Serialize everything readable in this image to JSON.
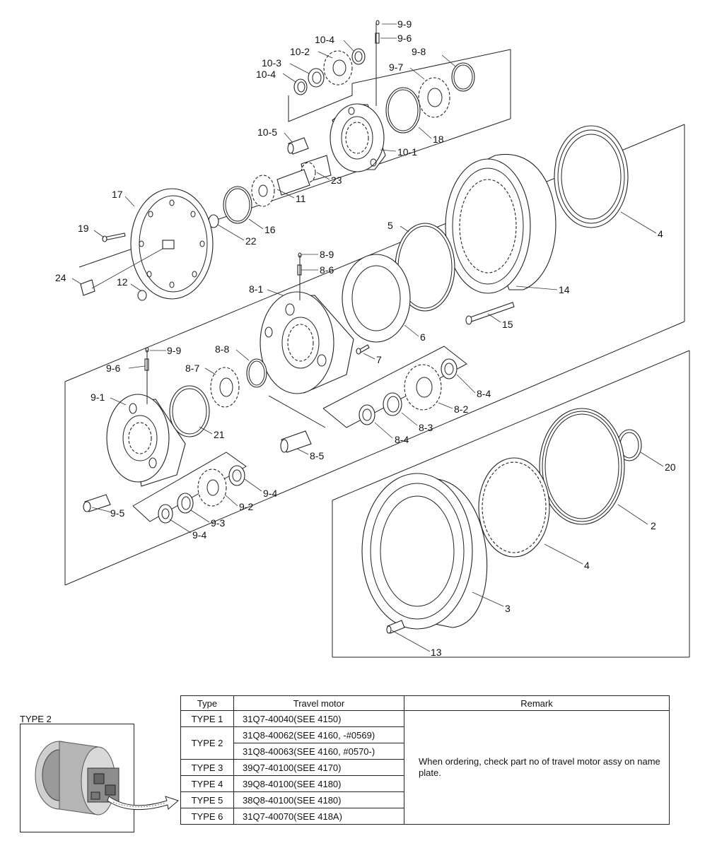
{
  "labels": [
    "9-9",
    "9-6",
    "10-4",
    "10-2",
    "9-8",
    "10-3",
    "10-4",
    "9-7",
    "18",
    "10-5",
    "10-1",
    "23",
    "11",
    "17",
    "16",
    "19",
    "22",
    "5",
    "4",
    "8-9",
    "8-6",
    "24",
    "12",
    "8-1",
    "14",
    "15",
    "6",
    "9-9",
    "8-8",
    "7",
    "9-6",
    "8-7",
    "8-4",
    "9-1",
    "8-2",
    "21",
    "8-3",
    "8-4",
    "20",
    "8-5",
    "9-4",
    "9-5",
    "9-2",
    "2",
    "9-3",
    "9-4",
    "4",
    "3",
    "13"
  ],
  "type2": {
    "label": "TYPE 2"
  },
  "table": {
    "headers": {
      "type": "Type",
      "motor": "Travel motor",
      "remark": "Remark"
    },
    "rows": [
      {
        "type": "TYPE 1",
        "motor": "31Q7-40040(SEE 4150)"
      },
      {
        "type": "TYPE 2",
        "motor": "31Q8-40062(SEE 4160, -#0569)"
      },
      {
        "type": "",
        "motor": "31Q8-40063(SEE 4160, #0570-)"
      },
      {
        "type": "TYPE 3",
        "motor": "39Q7-40100(SEE 4170)"
      },
      {
        "type": "TYPE 4",
        "motor": "39Q8-40100(SEE 4180)"
      },
      {
        "type": "TYPE 5",
        "motor": "38Q8-40100(SEE 4180)"
      },
      {
        "type": "TYPE 6",
        "motor": "31Q7-40070(SEE 418A)"
      }
    ],
    "remark": "When ordering, check part no of travel motor assy on name plate."
  }
}
